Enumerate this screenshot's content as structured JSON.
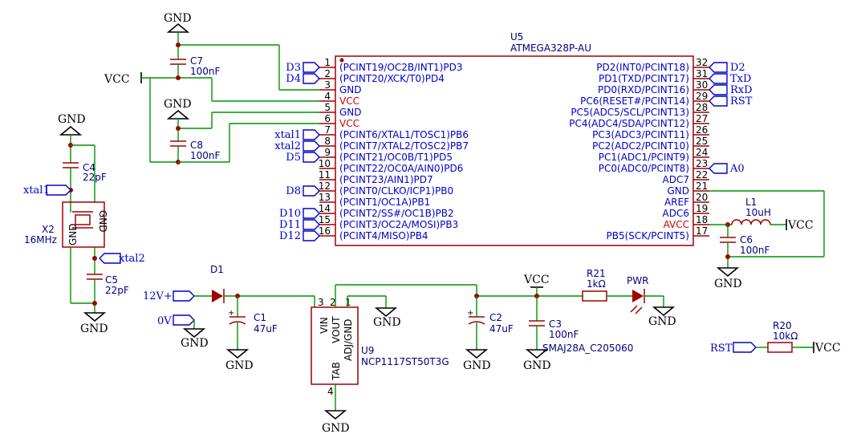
{
  "power": {
    "gnd": "GND",
    "vcc": "VCC"
  },
  "u5": {
    "ref": "U5",
    "value": "ATMEGA328P-AU",
    "left_pins": [
      {
        "num": "1",
        "name": "(PCINT19/OC2B/INT1)PD3",
        "net": "D3"
      },
      {
        "num": "2",
        "name": "(PCINT20/XCK/T0)PD4",
        "net": "D4"
      },
      {
        "num": "3",
        "name": "GND",
        "net": ""
      },
      {
        "num": "4",
        "name": "VCC",
        "net": ""
      },
      {
        "num": "5",
        "name": "GND",
        "net": ""
      },
      {
        "num": "6",
        "name": "VCC",
        "net": ""
      },
      {
        "num": "7",
        "name": "(PCINT6/XTAL1/TOSC1)PB6",
        "net": "xtal1"
      },
      {
        "num": "8",
        "name": "(PCINT7/XTAL2/TOSC2)PB7",
        "net": "xtal2"
      },
      {
        "num": "9",
        "name": "(PCINT21/OC0B/T1)PD5",
        "net": "D5"
      },
      {
        "num": "10",
        "name": "(PCINT22/OC0A/AIN0)PD6",
        "net": ""
      },
      {
        "num": "11",
        "name": "(PCINT23/AIN1)PD7",
        "net": ""
      },
      {
        "num": "12",
        "name": "(PCINT0/CLKO/ICP1)PB0",
        "net": "D8"
      },
      {
        "num": "13",
        "name": "(PCINT1/OC1A)PB1",
        "net": ""
      },
      {
        "num": "14",
        "name": "(PCINT2/SS#/OC1B)PB2",
        "net": "D10"
      },
      {
        "num": "15",
        "name": "(PCINT3/OC2A/MOSI)PB3",
        "net": "D11"
      },
      {
        "num": "16",
        "name": "(PCINT4/MISO)PB4",
        "net": "D12"
      }
    ],
    "right_pins": [
      {
        "num": "32",
        "name": "PD2(INT0/PCINT18)",
        "net": "D2"
      },
      {
        "num": "31",
        "name": "PD1(TXD/PCINT17)",
        "net": "TxD"
      },
      {
        "num": "30",
        "name": "PD0(RXD/PCINT16)",
        "net": "RxD"
      },
      {
        "num": "29",
        "name": "PC6(RESET#/PCINT14)",
        "net": "RST"
      },
      {
        "num": "28",
        "name": "PC5(ADC5/SCL/PCINT13)",
        "net": ""
      },
      {
        "num": "27",
        "name": "PC4(ADC4/SDA/PCINT12)",
        "net": ""
      },
      {
        "num": "26",
        "name": "PC3(ADC3/PCINT11)",
        "net": ""
      },
      {
        "num": "25",
        "name": "PC2(ADC2/PCINT10)",
        "net": ""
      },
      {
        "num": "24",
        "name": "PC1(ADC1/PCINT9)",
        "net": ""
      },
      {
        "num": "23",
        "name": "PC0(ADC0/PCINT8)",
        "net": "A0"
      },
      {
        "num": "22",
        "name": "ADC7",
        "net": ""
      },
      {
        "num": "21",
        "name": "GND",
        "net": ""
      },
      {
        "num": "20",
        "name": "AREF",
        "net": ""
      },
      {
        "num": "19",
        "name": "ADC6",
        "net": ""
      },
      {
        "num": "18",
        "name": "AVCC",
        "net": ""
      },
      {
        "num": "17",
        "name": "PB5(SCK/PCINT5)",
        "net": ""
      }
    ]
  },
  "components": {
    "c7": {
      "ref": "C7",
      "value": "100nF"
    },
    "c8": {
      "ref": "C8",
      "value": "100nF"
    },
    "c4": {
      "ref": "C4",
      "value": "22pF"
    },
    "c5": {
      "ref": "C5",
      "value": "22pF"
    },
    "x2": {
      "ref": "X2",
      "value": "16MHz",
      "pin_a": "GND",
      "pin_b": "GND"
    },
    "l1": {
      "ref": "L1",
      "value": "10uH"
    },
    "c6": {
      "ref": "C6",
      "value": "100nF"
    },
    "d1": {
      "ref": "D1"
    },
    "c1": {
      "ref": "C1",
      "value": "47uF"
    },
    "u9": {
      "ref": "U9",
      "value": "NCP1117ST50T3G",
      "pin_vin": "VIN",
      "pin_vout": "VOUT",
      "pin_adj": "ADJ/GND",
      "pin_tab": "TAB",
      "pin_vin_num": "3",
      "pin_vout_num": "2",
      "pin_adj_num": "1",
      "pin_tab_num": "4"
    },
    "c2": {
      "ref": "C2",
      "value": "47uF"
    },
    "c3": {
      "ref": "C3",
      "value": "100nF",
      "note": "SMAJ28A_C205060"
    },
    "r21": {
      "ref": "R21",
      "value": "1kΩ"
    },
    "pwr": {
      "ref": "PWR"
    },
    "r20": {
      "ref": "R20",
      "value": "10kΩ"
    }
  },
  "nets": {
    "xtal1": "xtal1",
    "xtal2": "xtal2",
    "v12": "12V+",
    "v0": "0V",
    "rst": "RST"
  },
  "colors": {
    "wire": "#009300",
    "component": "#a00000",
    "net_label": "#0000cc",
    "power_pin": "#d00000"
  }
}
